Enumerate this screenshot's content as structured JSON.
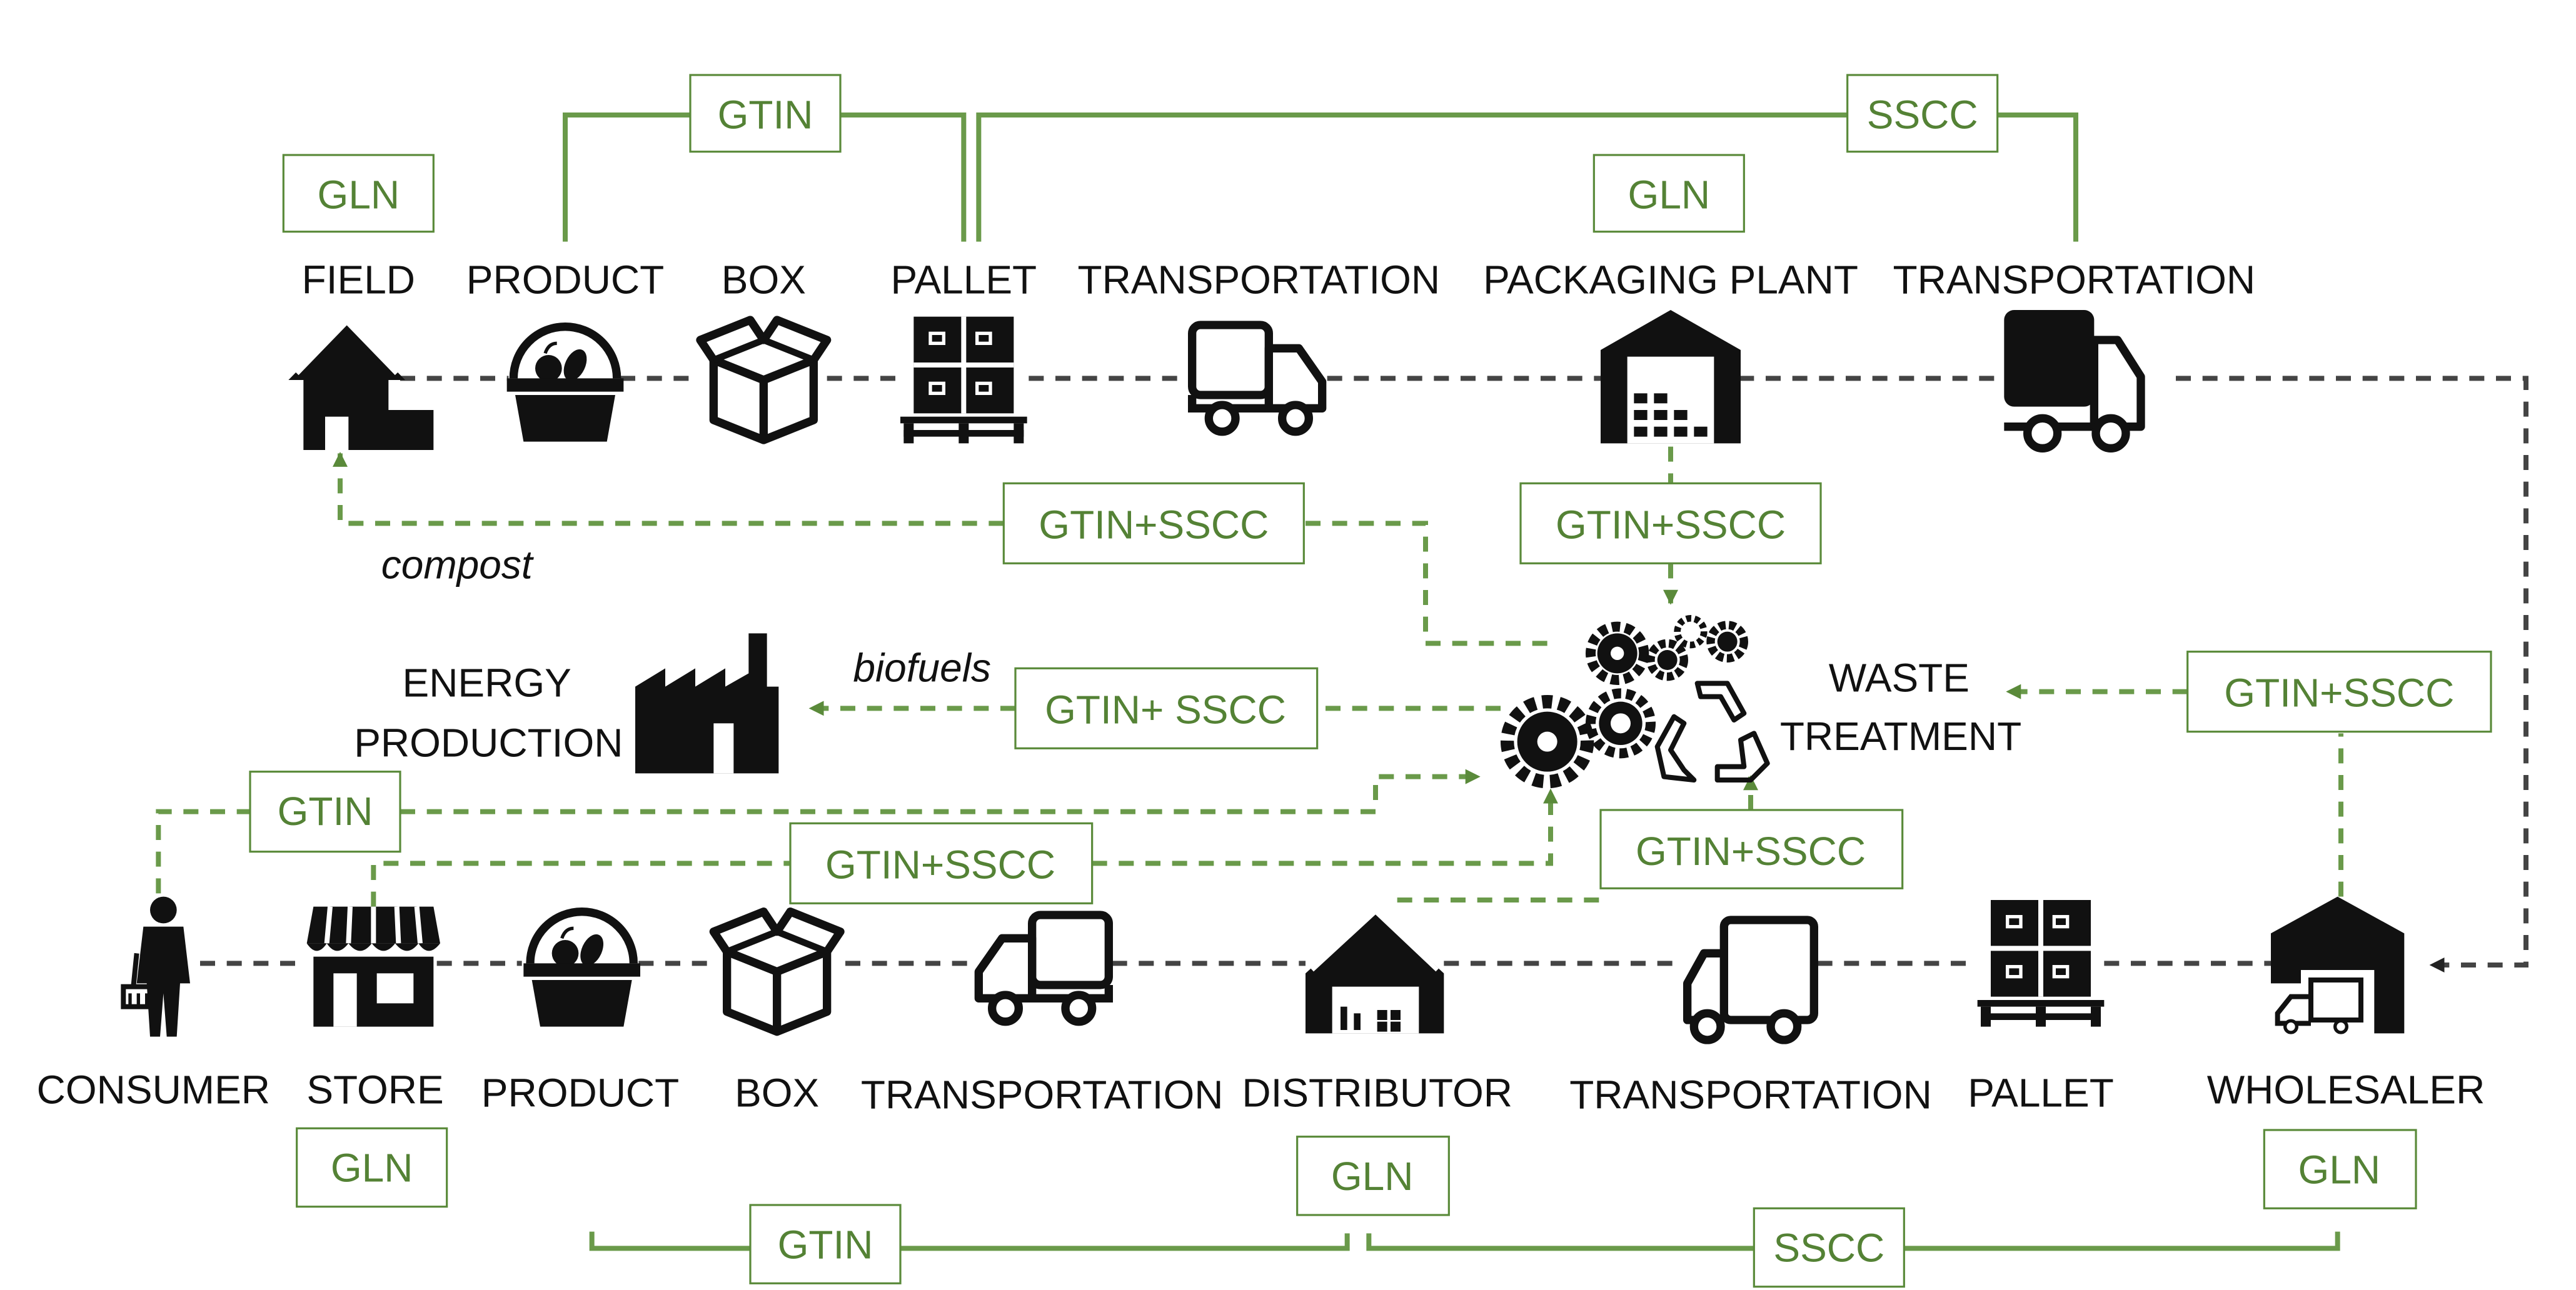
{
  "nodes": {
    "field": "FIELD",
    "product_top": "PRODUCT",
    "box_top": "BOX",
    "pallet_top": "PALLET",
    "transportation_top_1": "TRANSPORTATION",
    "packaging_plant": "PACKAGING PLANT",
    "transportation_top_2": "TRANSPORTATION",
    "energy_line_1": "ENERGY",
    "energy_line_2": "PRODUCTION",
    "waste_line_1": "WASTE",
    "waste_line_2": "TREATMENT",
    "consumer": "CONSUMER",
    "store": "STORE",
    "product_bottom": "PRODUCT",
    "box_bottom": "BOX",
    "transportation_bottom_1": "TRANSPORTATION",
    "distributor": "DISTRIBUTOR",
    "transportation_bottom_2": "TRANSPORTATION",
    "pallet_bottom": "PALLET",
    "wholesaler": "WHOLESALER"
  },
  "tags": {
    "gln_field": "GLN",
    "gtin_top": "GTIN",
    "gln_plant": "GLN",
    "sscc_top": "SSCC",
    "gtin_sscc_compost": "GTIN+SSCC",
    "gtin_sscc_plant": "GTIN+SSCC",
    "gtin_sscc_energy": "GTIN+ SSCC",
    "gtin_sscc_wholesaler": "GTIN+SSCC",
    "gtin_consumer": "GTIN",
    "gtin_sscc_store": "GTIN+SSCC",
    "gtin_sscc_distributor": "GTIN+SSCC",
    "gln_store": "GLN",
    "gln_distributor": "GLN",
    "gln_wholesaler": "GLN",
    "gtin_bottom": "GTIN",
    "sscc_bottom": "SSCC"
  },
  "annotations": {
    "compost": "compost",
    "biofuels": "biofuels"
  },
  "icons": {
    "field": "house-field-icon",
    "product": "fruit-basket-icon",
    "box": "open-box-icon",
    "pallet": "pallet-boxes-icon",
    "transport": "delivery-truck-icon",
    "plant": "warehouse-icon",
    "energy": "factory-icon",
    "waste": "gears-recycle-icon",
    "consumer": "person-with-basket-icon",
    "store": "storefront-icon",
    "distributor": "distributor-warehouse-icon",
    "wholesaler": "wholesaler-depot-icon"
  },
  "colors": {
    "accent_green": "#548235",
    "text": "#111111"
  }
}
